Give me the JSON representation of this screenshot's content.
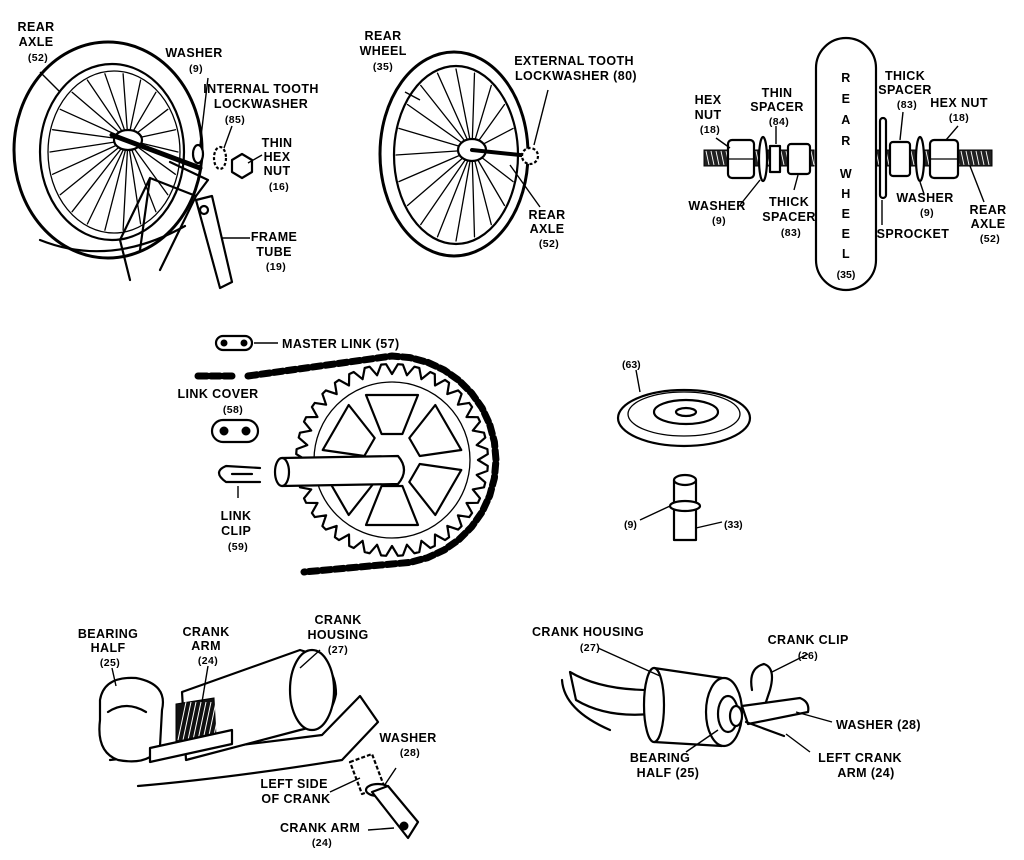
{
  "panels": {
    "rear_axle_assembly": {
      "rear_axle": [
        "REAR",
        "AXLE",
        "(52)"
      ],
      "washer": [
        "WASHER",
        "(9)"
      ],
      "internal_lockwasher": [
        "INTERNAL TOOTH",
        "LOCKWASHER",
        "(85)"
      ],
      "thin_hex_nut": [
        "THIN",
        "HEX",
        "NUT",
        "(16)"
      ],
      "frame_tube": [
        "FRAME",
        "TUBE",
        "(19)"
      ]
    },
    "rear_wheel_assembly": {
      "rear_wheel": [
        "REAR",
        "WHEEL",
        "(35)"
      ],
      "external_lockwasher": [
        "EXTERNAL TOOTH",
        "LOCKWASHER (80)"
      ],
      "rear_axle": [
        "REAR",
        "AXLE",
        "(52)"
      ]
    },
    "axle_stack": {
      "hex_nut_left": [
        "HEX",
        "NUT",
        "(18)"
      ],
      "thin_spacer": [
        "THIN",
        "SPACER",
        "(84)"
      ],
      "wheel_letters": [
        "R",
        "E",
        "A",
        "R",
        "W",
        "H",
        "E",
        "E",
        "L",
        "(35)"
      ],
      "thick_spacer_right": [
        "THICK",
        "SPACER",
        "(83)"
      ],
      "hex_nut_right": [
        "HEX NUT",
        "(18)"
      ],
      "washer_left": [
        "WASHER",
        "(9)"
      ],
      "thick_spacer_left": [
        "THICK",
        "SPACER",
        "(83)"
      ],
      "sprocket": "SPROCKET",
      "washer_right": [
        "WASHER",
        "(9)"
      ],
      "rear_axle": [
        "REAR",
        "AXLE",
        "(52)"
      ]
    },
    "chain_assembly": {
      "master_link": "MASTER LINK (57)",
      "link_cover": [
        "LINK COVER",
        "(58)"
      ],
      "link_clip": [
        "LINK",
        "CLIP",
        "(59)"
      ]
    },
    "cap_assembly": {
      "cap": "(63)",
      "washer": "(9)",
      "post": "(33)"
    },
    "crank_left": {
      "bearing_half": [
        "BEARING",
        "HALF",
        "(25)"
      ],
      "crank_arm": [
        "CRANK",
        "ARM",
        "(24)"
      ],
      "crank_housing": [
        "CRANK",
        "HOUSING",
        "(27)"
      ],
      "washer": [
        "WASHER",
        "(28)"
      ],
      "left_side_of_crank": [
        "LEFT SIDE",
        "OF CRANK"
      ],
      "crank_arm_bottom": [
        "CRANK ARM",
        "(24)"
      ]
    },
    "crank_right": {
      "crank_housing": [
        "CRANK HOUSING",
        "(27)"
      ],
      "crank_clip": [
        "CRANK CLIP",
        "(26)"
      ],
      "washer": "WASHER (28)",
      "bearing_half": [
        "BEARING",
        "HALF (25)"
      ],
      "left_crank_arm": [
        "LEFT CRANK",
        "ARM (24)"
      ]
    }
  }
}
